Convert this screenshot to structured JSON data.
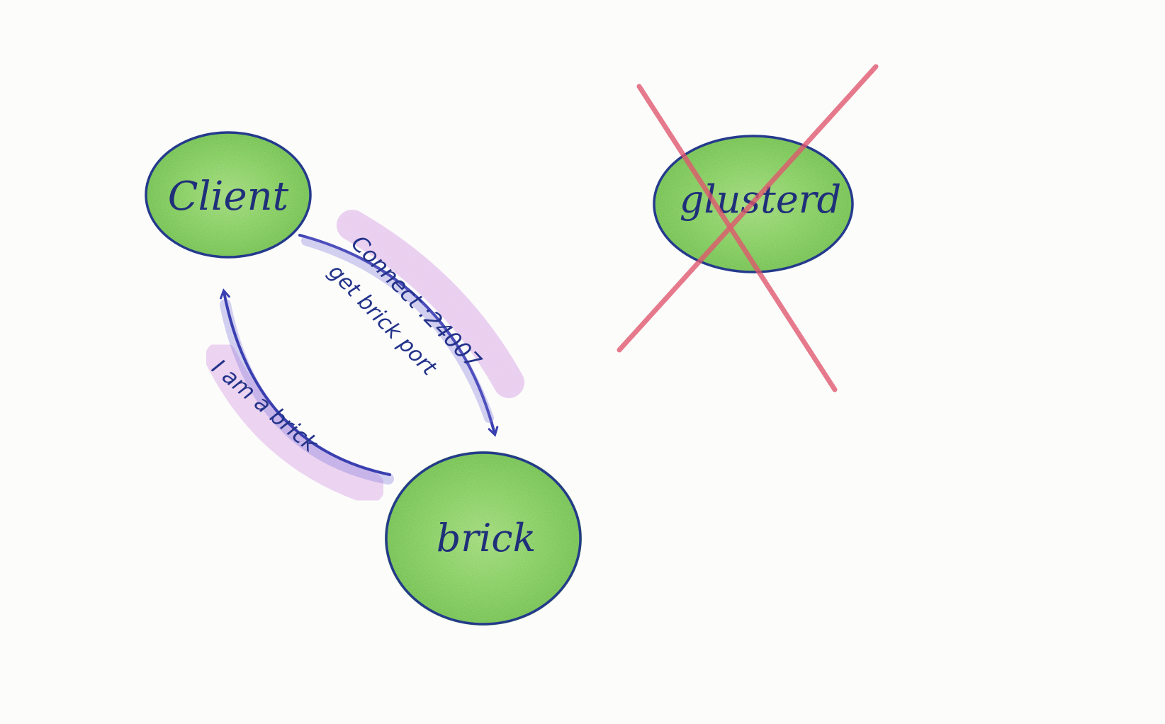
{
  "diagram": {
    "nodes": {
      "client": {
        "label": "Client"
      },
      "brick": {
        "label": "brick"
      },
      "glusterd": {
        "label": "glusterd",
        "crossed_out": true
      }
    },
    "edges": {
      "client_to_brick": {
        "label_outer": "Connect :24007",
        "label_inner": "get brick port"
      },
      "brick_to_client": {
        "label": "I am a brick"
      }
    },
    "colors": {
      "node_fill": "#7cc857",
      "node_outline": "#243a8c",
      "arrow": "#3a3fb0",
      "highlight": "#d9a6e6",
      "cross": "#e0566e",
      "text": "#1f2f7a"
    }
  }
}
